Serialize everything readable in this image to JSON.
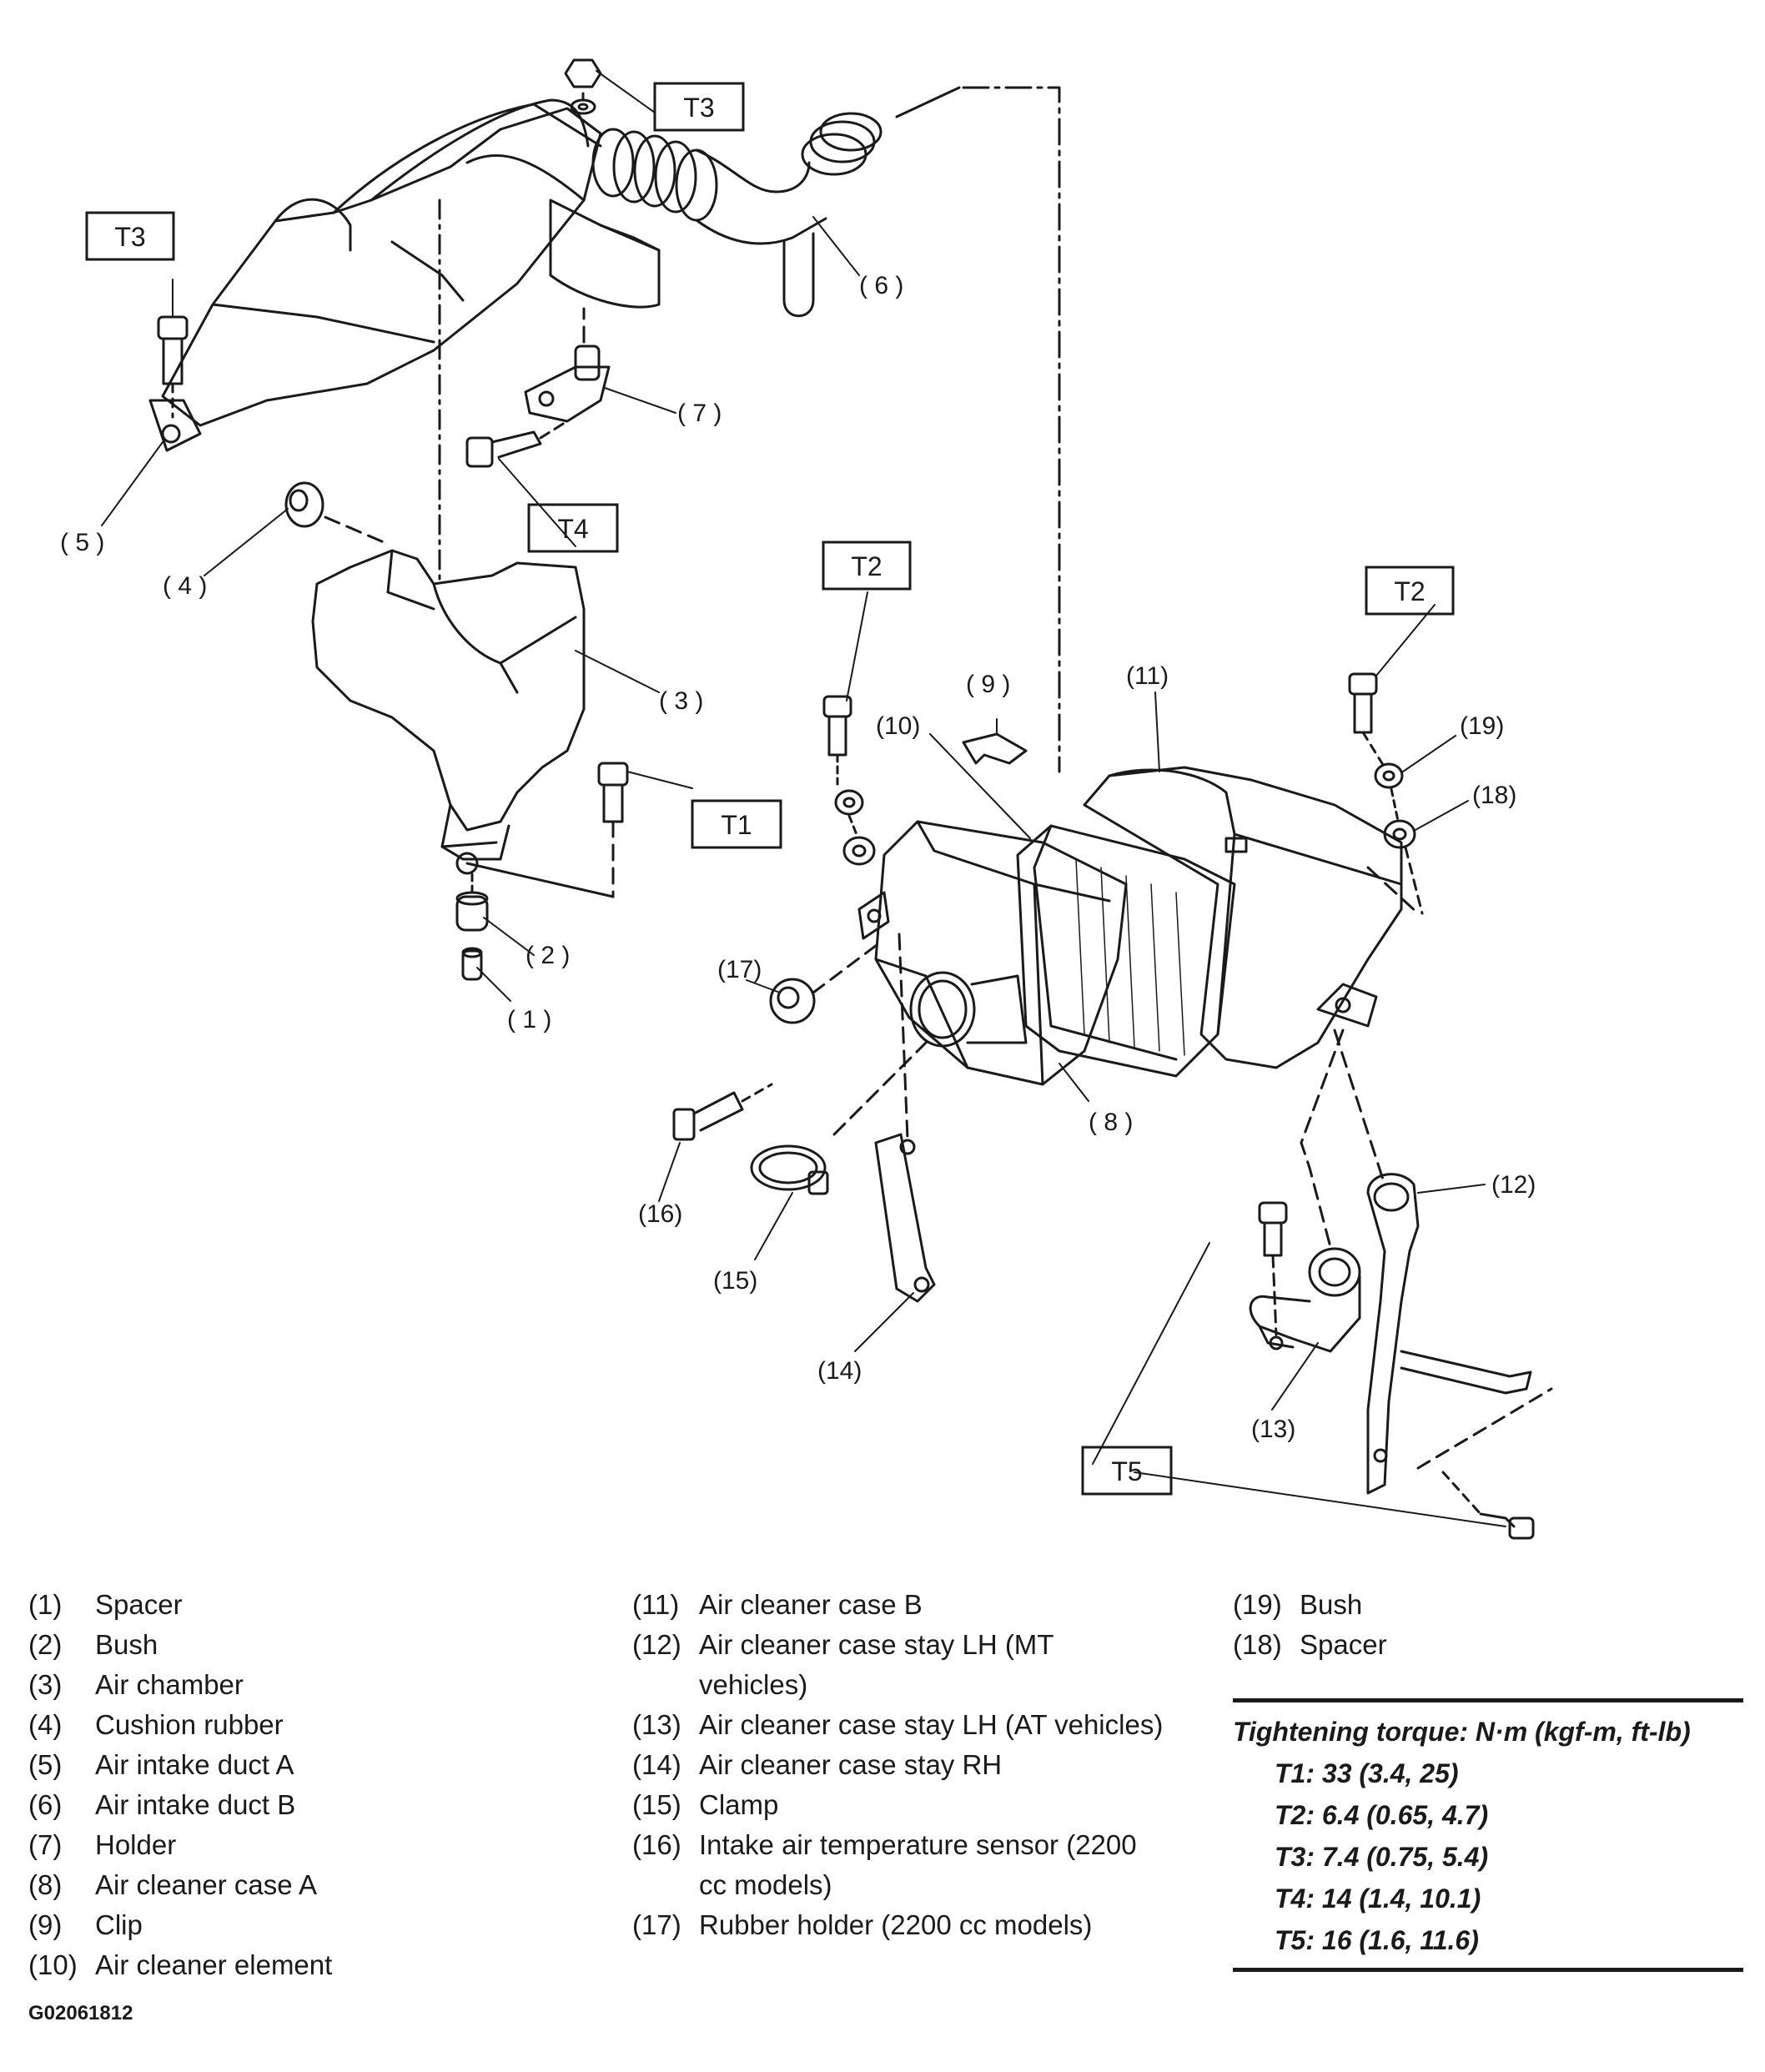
{
  "callouts": {
    "c1": "( 1 )",
    "c2": "( 2 )",
    "c3": "( 3 )",
    "c4": "( 4 )",
    "c5": "( 5 )",
    "c6": "( 6 )",
    "c7": "( 7 )",
    "c8": "( 8 )",
    "c9": "( 9 )",
    "c10": "(10)",
    "c11": "(11)",
    "c12": "(12)",
    "c13": "(13)",
    "c14": "(14)",
    "c15": "(15)",
    "c16": "(16)",
    "c17": "(17)",
    "c18": "(18)",
    "c19": "(19)"
  },
  "torque_tags": {
    "t1": "T1",
    "t2": "T2",
    "t3": "T3",
    "t4": "T4",
    "t5": "T5"
  },
  "legend": {
    "col1": [
      {
        "num": "(1)",
        "text": "Spacer"
      },
      {
        "num": "(2)",
        "text": "Bush"
      },
      {
        "num": "(3)",
        "text": "Air chamber"
      },
      {
        "num": "(4)",
        "text": "Cushion rubber"
      },
      {
        "num": "(5)",
        "text": "Air intake duct A"
      },
      {
        "num": "(6)",
        "text": "Air intake duct B"
      },
      {
        "num": "(7)",
        "text": "Holder"
      },
      {
        "num": "(8)",
        "text": "Air cleaner case A"
      },
      {
        "num": "(9)",
        "text": "Clip"
      },
      {
        "num": "(10)",
        "text": "Air cleaner element"
      }
    ],
    "col2": [
      {
        "num": "(11)",
        "text": "Air cleaner case B"
      },
      {
        "num": "(12)",
        "text": "Air cleaner case stay LH (MT vehicles)"
      },
      {
        "num": "(13)",
        "text": "Air cleaner case stay LH (AT vehicles)"
      },
      {
        "num": "(14)",
        "text": "Air cleaner case stay RH"
      },
      {
        "num": "(15)",
        "text": "Clamp"
      },
      {
        "num": "(16)",
        "text": "Intake air temperature sensor (2200 cc models)"
      },
      {
        "num": "(17)",
        "text": "Rubber holder (2200 cc models)"
      }
    ],
    "col3": [
      {
        "num": "(19)",
        "text": "Bush"
      },
      {
        "num": "(18)",
        "text": "Spacer"
      }
    ]
  },
  "torque": {
    "title": "Tightening torque: N·m (kgf-m, ft-lb)",
    "rows": [
      "T1: 33 (3.4, 25)",
      "T2: 6.4 (0.65, 4.7)",
      "T3: 7.4 (0.75, 5.4)",
      "T4: 14 (1.4, 10.1)",
      "T5: 16 (1.6, 11.6)"
    ]
  },
  "figure_code": "G02061812"
}
